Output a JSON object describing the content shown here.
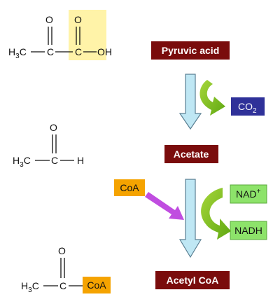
{
  "molecules": {
    "pyruvic": {
      "h3c_main": "H",
      "h3c_sub": "3",
      "h3c_end": "C",
      "c1": "C",
      "o1": "O",
      "c2": "C",
      "o2": "O",
      "oh": "OH"
    },
    "acetaldehyde": {
      "h3c_main": "H",
      "h3c_sub": "3",
      "h3c_end": "C",
      "c": "C",
      "o": "O",
      "h": "H"
    },
    "acetyl_coa": {
      "h3c_main": "H",
      "h3c_sub": "3",
      "h3c_end": "C",
      "c": "C",
      "o": "O",
      "coa": "CoA"
    }
  },
  "labels": {
    "pyruvic_acid": "Pyruvic acid",
    "acetate": "Acetate",
    "acetyl_coa": "Acetyl CoA",
    "co2_main": "CO",
    "co2_sub": "2",
    "coa_input": "CoA",
    "nad_main": "NAD",
    "nad_sup": "+",
    "nadh": "NADH"
  },
  "colors": {
    "dark_red_box": "#7a0c0c",
    "navy_box": "#2f3199",
    "orange_box": "#f5a300",
    "green_box": "#8de36a",
    "highlight_yellow": "#fff3a8",
    "blue_arrow": "#bfe7f4",
    "green_arrow": "#7bbf1e",
    "purple_arrow": "#c04de0"
  }
}
